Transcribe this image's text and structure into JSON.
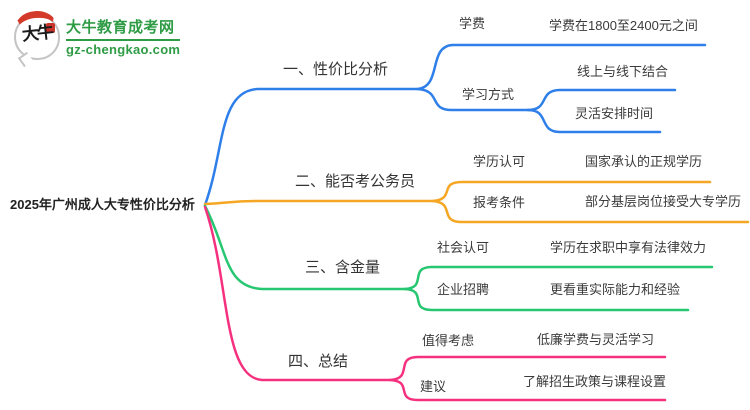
{
  "logo": {
    "title": "大牛教育成考网",
    "domain": "gz-chengkao.com",
    "mark_text": "大牛",
    "brand_color": "#2e9b45",
    "seal_color": "#c9342a"
  },
  "root": {
    "label": "2025年广州成人大专性价比分析"
  },
  "branches": [
    {
      "label": "一、性价比分析",
      "color": "#2e7fe9",
      "children": [
        {
          "label": "学费",
          "children": [
            {
              "label": "学费在1800至2400元之间"
            }
          ]
        },
        {
          "label": "学习方式",
          "children": [
            {
              "label": "线上与线下结合"
            },
            {
              "label": "灵活安排时间"
            }
          ]
        }
      ]
    },
    {
      "label": "二、能否考公务员",
      "color": "#f5a623",
      "children": [
        {
          "label": "学历认可",
          "children": [
            {
              "label": "国家承认的正规学历"
            }
          ]
        },
        {
          "label": "报考条件",
          "children": [
            {
              "label": "部分基层岗位接受大专学历"
            }
          ]
        }
      ]
    },
    {
      "label": "三、含金量",
      "color": "#27c771",
      "children": [
        {
          "label": "社会认可",
          "children": [
            {
              "label": "学历在求职中享有法律效力"
            }
          ]
        },
        {
          "label": "企业招聘",
          "children": [
            {
              "label": "更看重实际能力和经验"
            }
          ]
        }
      ]
    },
    {
      "label": "四、总结",
      "color": "#f5317f",
      "children": [
        {
          "label": "值得考虑",
          "children": [
            {
              "label": "低廉学费与灵活学习"
            }
          ]
        },
        {
          "label": "建议",
          "children": [
            {
              "label": "了解招生政策与课程设置"
            }
          ]
        }
      ]
    }
  ]
}
